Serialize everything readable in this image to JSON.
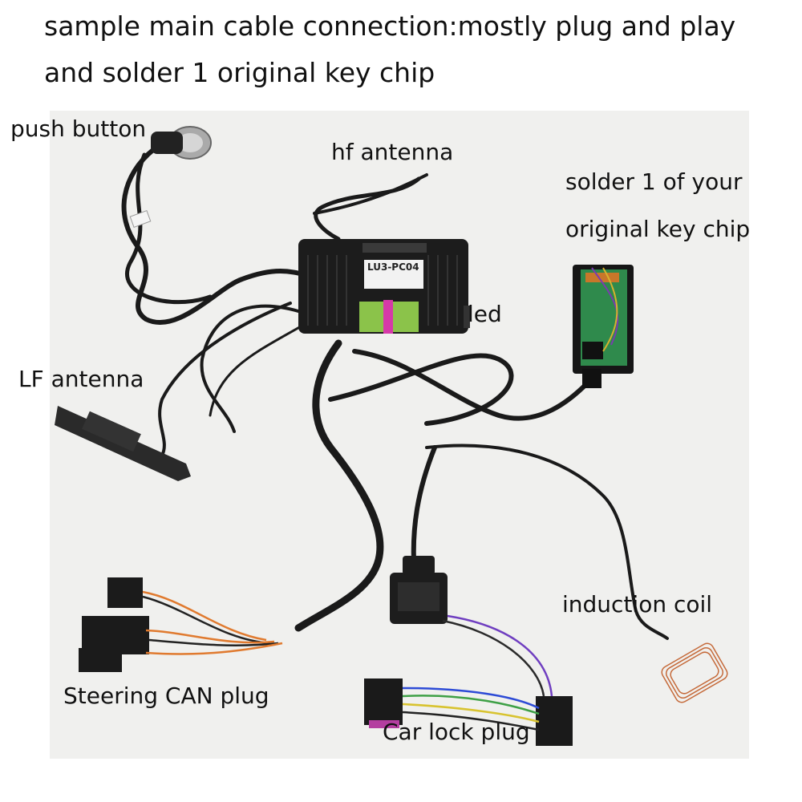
{
  "header": {
    "line1": "sample main cable connection:mostly plug and play",
    "line2": "and solder 1 original key chip"
  },
  "labels": {
    "push_button": "push button",
    "hf_antenna": "hf antenna",
    "key_chip_line1": "solder 1 of your",
    "key_chip_line2": "original key chip",
    "led": "led",
    "lf_antenna": "LF antenna",
    "induction_coil": "induction coil",
    "steering_can_plug": "Steering CAN plug",
    "car_lock_plug": "Car lock plug"
  },
  "module": {
    "model": "LU3-PC04"
  }
}
